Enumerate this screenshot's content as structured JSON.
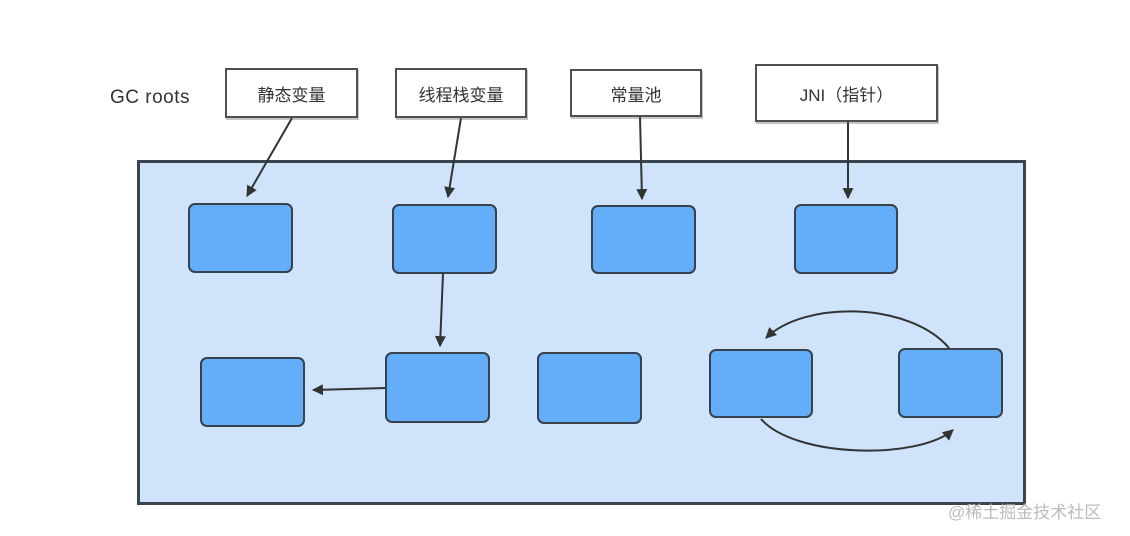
{
  "diagram": {
    "title": "GC roots",
    "roots": [
      {
        "label": "静态变量"
      },
      {
        "label": "线程栈变量"
      },
      {
        "label": "常量池"
      },
      {
        "label": "JNI（指针）"
      }
    ],
    "heap_object_count": 9,
    "watermark": "@稀土掘金技术社区"
  },
  "colors": {
    "background": "#ffffff",
    "heap-fill": "#cfe3fb",
    "heap-border": "#3a444d",
    "node-fill": "#64adf8",
    "node-border": "#36424c",
    "label-border": "#4f4f4f",
    "arrow": "#333333",
    "text": "#333333",
    "watermark": "#b9bcbe"
  }
}
